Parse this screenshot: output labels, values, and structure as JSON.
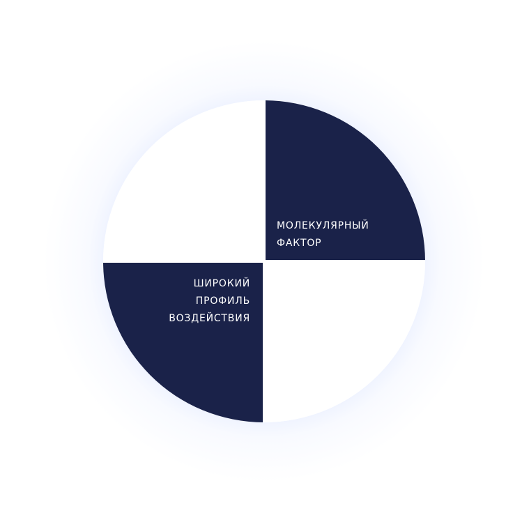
{
  "diagram": {
    "quadrants": [
      {
        "id": "top-left",
        "fill": "#ffffff",
        "label_lines": []
      },
      {
        "id": "top-right",
        "fill": "#1a2249",
        "label_lines": [
          "МОЛЕКУЛЯРНЫЙ",
          "ФАКТОР"
        ]
      },
      {
        "id": "bottom-left",
        "fill": "#1a2249",
        "label_lines": [
          "ШИРОКИЙ",
          "ПРОФИЛЬ",
          "ВОЗДЕЙСТВИЯ"
        ]
      },
      {
        "id": "bottom-right",
        "fill": "#ffffff",
        "label_lines": []
      }
    ],
    "colors": {
      "dark_navy": "#1a2249",
      "white": "#ffffff",
      "glow_blue": "#7698ff"
    }
  }
}
